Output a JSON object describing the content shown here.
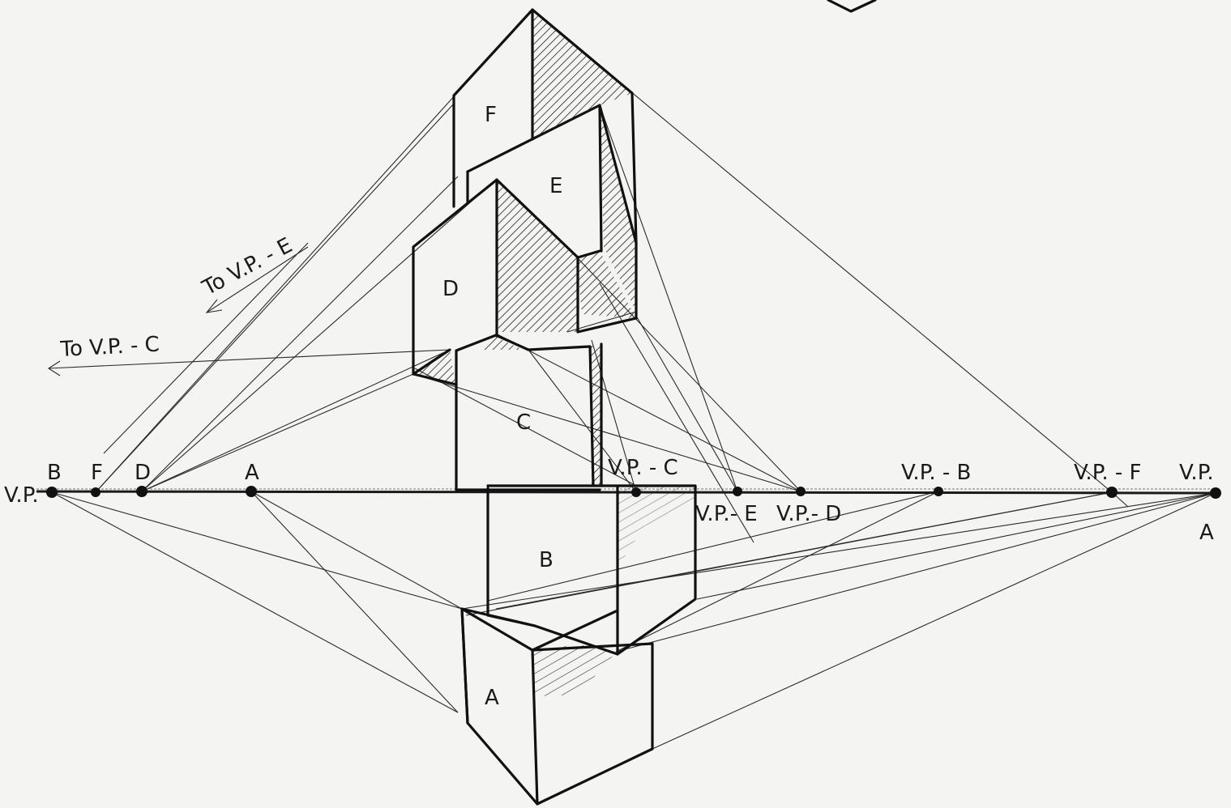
{
  "horizon_points": {
    "vp_b_left": "V.P.",
    "b": "B",
    "f": "F",
    "d": "D",
    "a": "A",
    "vp_c": "V.P. - C",
    "vp_e": "V.P.- E",
    "vp_d": "V.P.- D",
    "vp_b": "V.P. - B",
    "vp_f": "V.P. - F",
    "vp_a_top": "V.P.",
    "vp_a_bottom": "A"
  },
  "arrows": {
    "to_vp_e": "To V.P. - E",
    "to_vp_c": "To V.P. - C"
  },
  "boxes": {
    "a": "A",
    "b": "B",
    "c": "C",
    "d": "D",
    "e": "E",
    "f": "F"
  }
}
